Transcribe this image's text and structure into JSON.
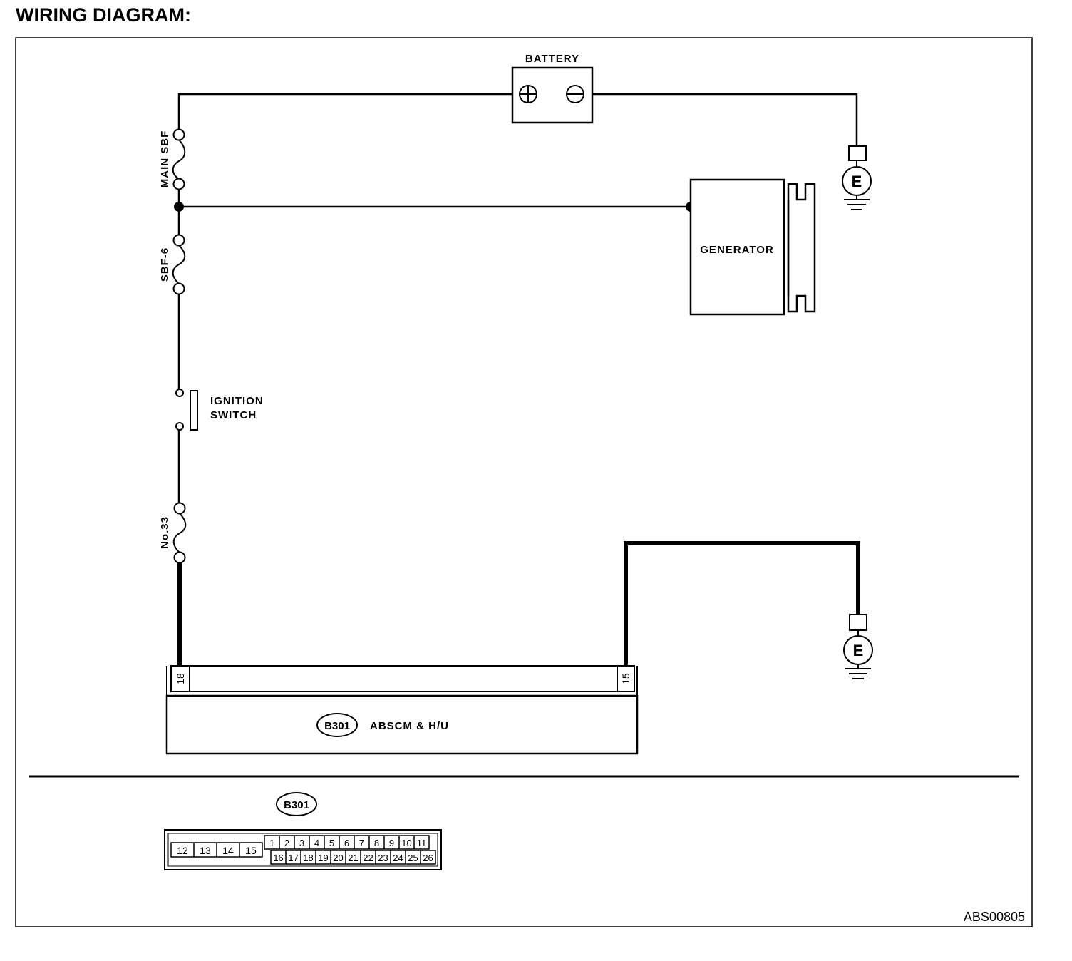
{
  "title": "WIRING DIAGRAM:",
  "labels": {
    "battery": "BATTERY",
    "battery_plus": "+",
    "battery_minus": "−",
    "main_sbf": "MAIN SBF",
    "sbf6": "SBF-6",
    "generator": "GENERATOR",
    "ignition_line1": "IGNITION",
    "ignition_line2": "SWITCH",
    "fuse33": "No.33",
    "ground": "E",
    "module_connector": "B301",
    "module_name": "ABSCM & H/U",
    "pin_left": "18",
    "pin_right": "15",
    "figure_id": "ABS00805"
  },
  "connector": {
    "name": "B301",
    "left_pins": [
      "12",
      "13",
      "14",
      "15"
    ],
    "top_pins": [
      "1",
      "2",
      "3",
      "4",
      "5",
      "6",
      "7",
      "8",
      "9",
      "10",
      "11"
    ],
    "bottom_pins": [
      "16",
      "17",
      "18",
      "19",
      "20",
      "21",
      "22",
      "23",
      "24",
      "25",
      "26"
    ]
  }
}
